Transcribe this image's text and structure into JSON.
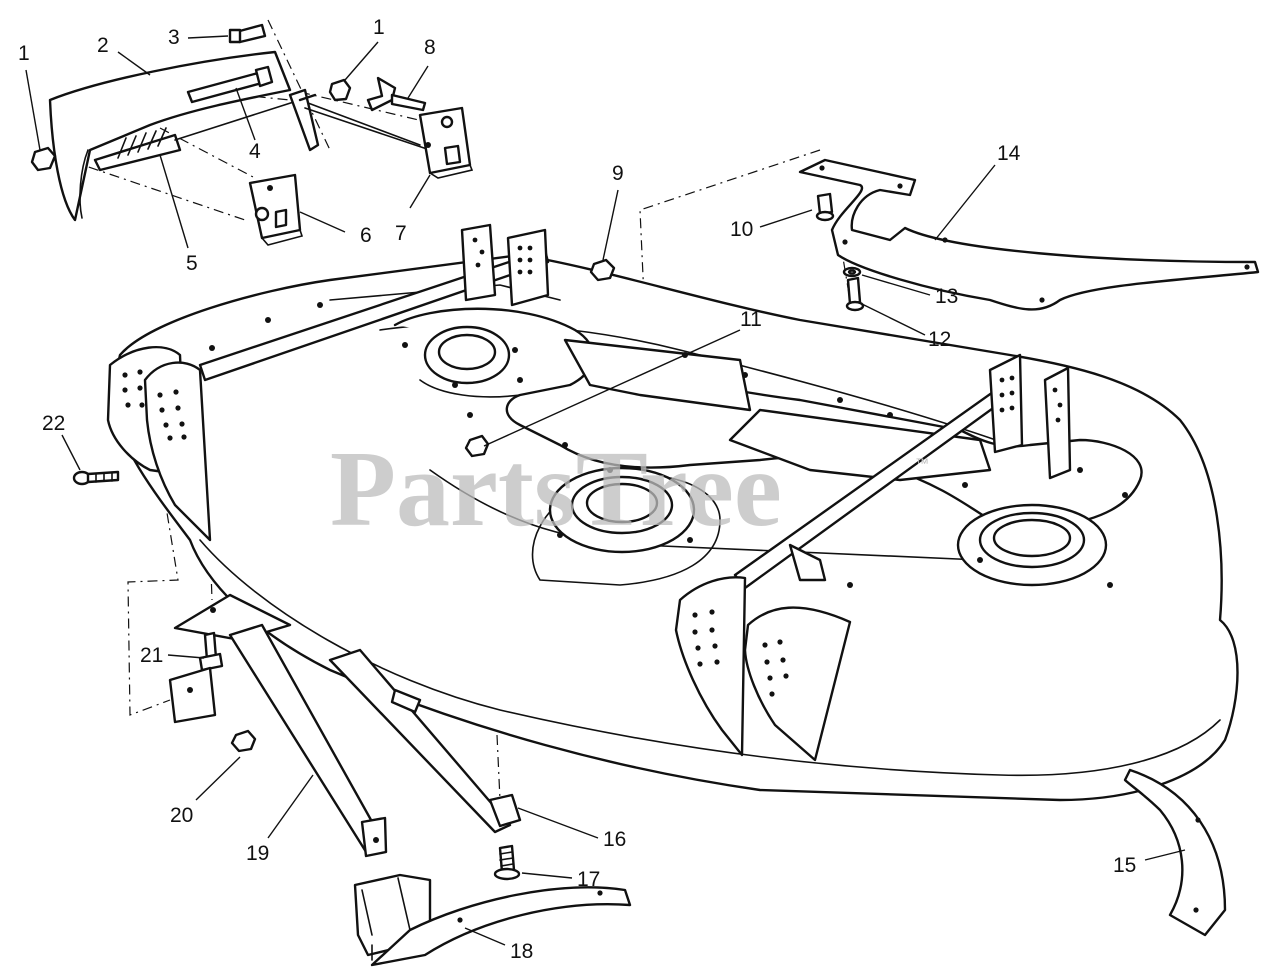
{
  "watermark": {
    "text": "PartsTree",
    "trademark": "™"
  },
  "callouts": {
    "c1a": "1",
    "c1b": "1",
    "c2": "2",
    "c3": "3",
    "c4": "4",
    "c5": "5",
    "c6": "6",
    "c7": "7",
    "c8": "8",
    "c9": "9",
    "c10": "10",
    "c11": "11",
    "c12": "12",
    "c13": "13",
    "c14": "14",
    "c15": "15",
    "c16": "16",
    "c17": "17",
    "c18": "18",
    "c19": "19",
    "c20": "20",
    "c21": "21",
    "c22": "22"
  }
}
